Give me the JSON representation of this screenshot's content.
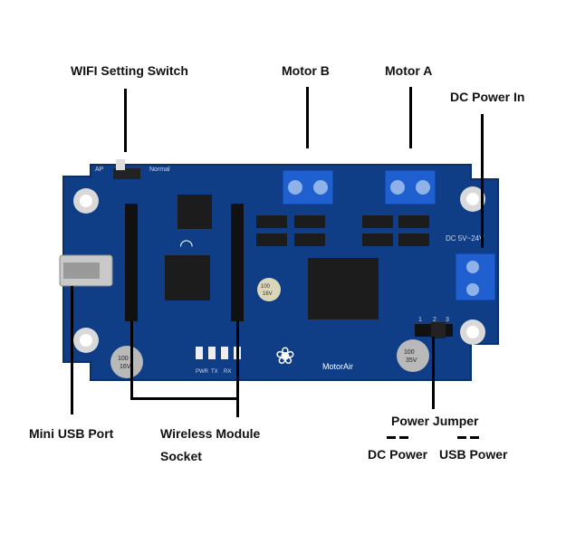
{
  "labels": {
    "wifi_switch": "WIFI Setting Switch",
    "motor_b": "Motor B",
    "motor_a": "Motor A",
    "dc_power_in": "DC Power In",
    "mini_usb": "Mini USB Port",
    "wireless_line1": "Wireless Module",
    "wireless_line2": "Socket",
    "power_jumper": "Power Jumper",
    "dc_power": "DC Power",
    "usb_power": "USB Power"
  },
  "board_text": {
    "ap": "AP",
    "normal": "Normal",
    "dc_rating": "DC 5V~24V",
    "brand": "MotorAir",
    "pin1": "1",
    "pin2": "2",
    "pin3": "3",
    "cap_small_top": "100",
    "cap_small_bottom": "16V",
    "cap_left_top": "100",
    "cap_left_bottom": "16V",
    "cap_right_top": "100",
    "cap_right_bottom": "35V",
    "led_pwr": "PWR",
    "led_tx": "TX",
    "led_rx": "RX"
  },
  "colors": {
    "board": "#0f3e86",
    "board_edge": "#0a2f66",
    "terminal": "#1f5fcf",
    "ic": "#1c1c1c",
    "header": "#111111"
  }
}
